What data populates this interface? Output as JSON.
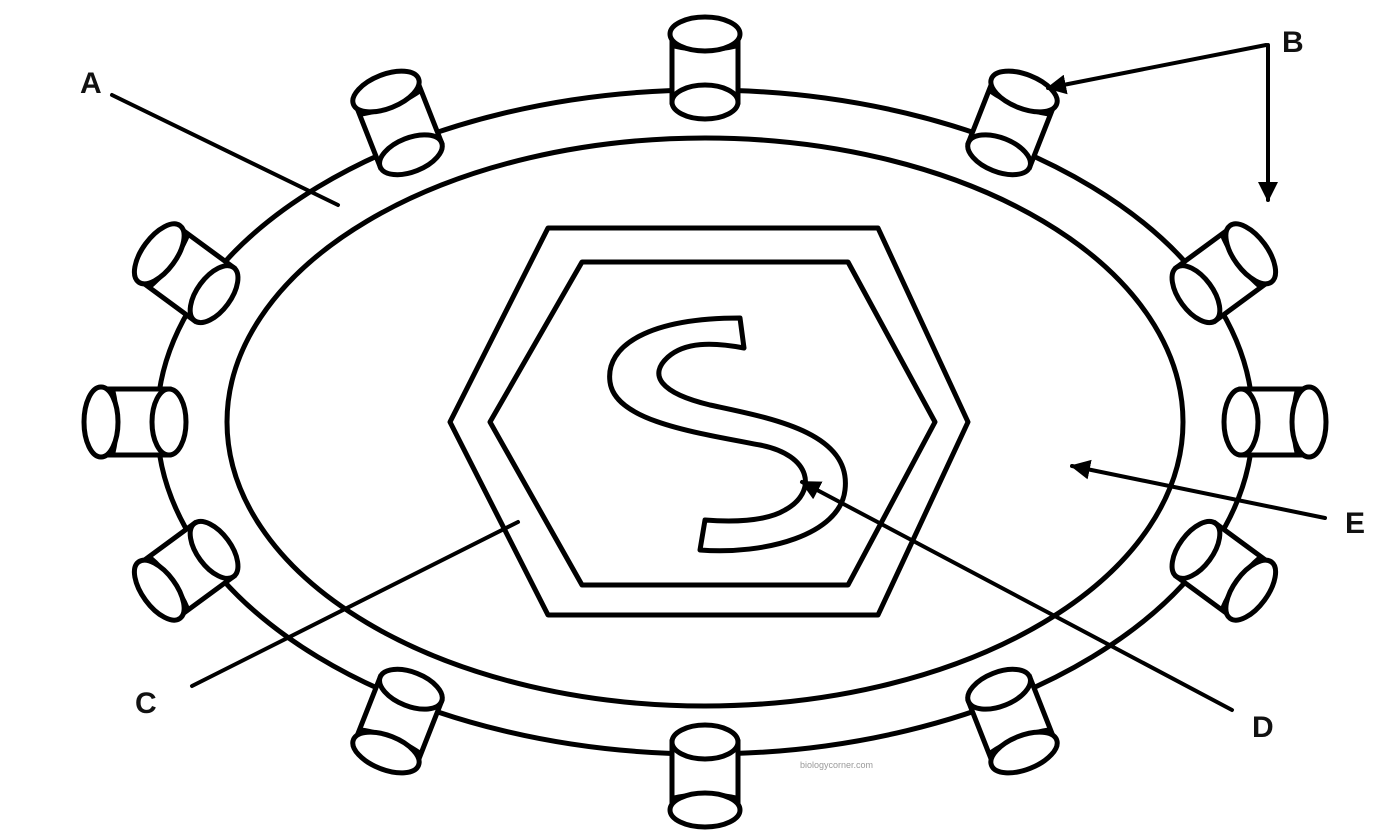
{
  "labels": {
    "a": "A",
    "b": "B",
    "c": "C",
    "d": "D",
    "e": "E"
  },
  "watermark": "biologycorner.com",
  "colors": {
    "line": "#000000",
    "background": "#ffffff"
  }
}
